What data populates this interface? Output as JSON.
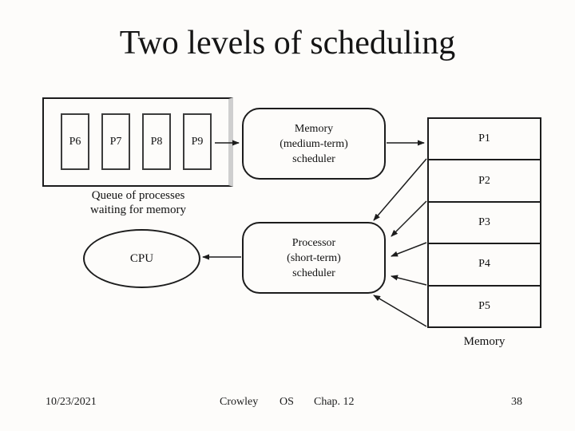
{
  "slide": {
    "title": "Two levels of scheduling"
  },
  "diagram": {
    "queue": {
      "processes": [
        "P6",
        "P7",
        "P8",
        "P9"
      ],
      "caption_line1": "Queue of processes",
      "caption_line2": "waiting for memory"
    },
    "memory_scheduler": {
      "line1": "Memory",
      "line2": "(medium-term)",
      "line3": "scheduler"
    },
    "processor_scheduler": {
      "line1": "Processor",
      "line2": "(short-term)",
      "line3": "scheduler"
    },
    "cpu_label": "CPU",
    "memory": {
      "cells": [
        "P1",
        "P2",
        "P3",
        "P4",
        "P5"
      ],
      "label": "Memory"
    }
  },
  "footer": {
    "date": "10/23/2021",
    "author": "Crowley",
    "course": "OS",
    "chapter": "Chap. 12",
    "page": "38"
  },
  "colors": {
    "line": "#1c1c1c",
    "background": "#fdfcfa"
  }
}
